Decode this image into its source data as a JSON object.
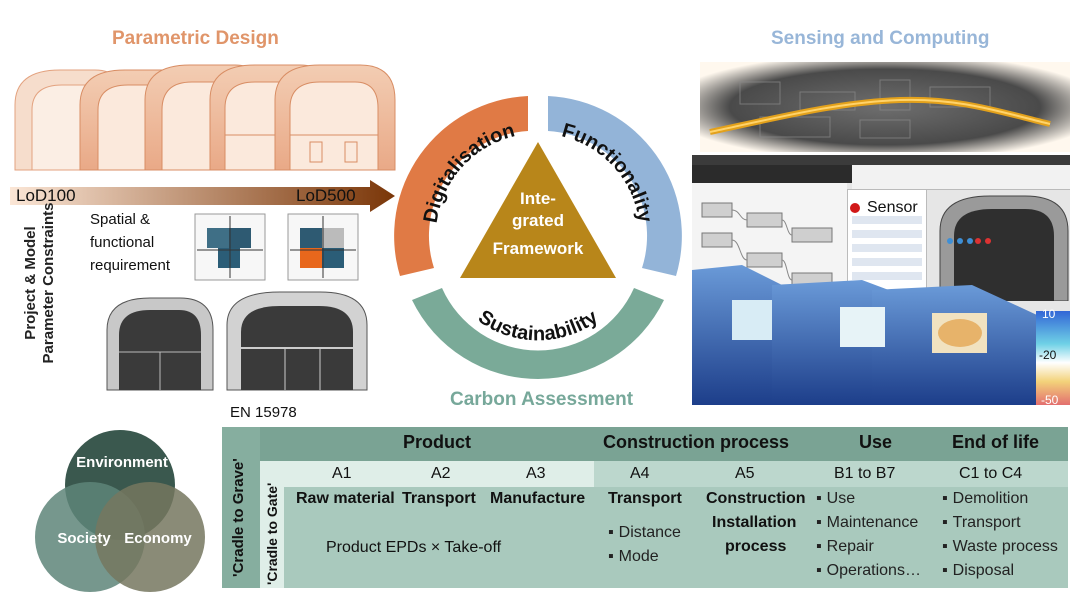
{
  "titles": {
    "parametric_design": "Parametric Design",
    "sensing_computing": "Sensing and Computing",
    "carbon_assessment": "Carbon Assessment"
  },
  "lod": {
    "start": "LoD100",
    "end": "LoD500"
  },
  "constraints_label_line1": "Project & Model",
  "constraints_label_line2": "Parameter Constraints",
  "spatial_requirement": [
    "Spatial &",
    "functional",
    "requirement"
  ],
  "framework": {
    "center": [
      "Inte-",
      "grated",
      "Framework"
    ],
    "segments": [
      "Digitalisation",
      "Functionality",
      "Sustainability"
    ]
  },
  "sensor": {
    "label": "Sensor",
    "scale": [
      "10",
      "-20",
      "-50"
    ]
  },
  "venn": [
    "Environment",
    "Society",
    "Economy"
  ],
  "standard": "EN 15978",
  "table": {
    "cradle_to_grave": "'Cradle to Grave'",
    "cradle_to_gate": "'Cradle to Gate'",
    "headers": [
      "Product",
      "Construction process",
      "Use",
      "End of life"
    ],
    "modules": [
      "A1",
      "A2",
      "A3",
      "A4",
      "A5",
      "B1 to B7",
      "C1 to C4"
    ],
    "stages": [
      "Raw material",
      "Transport",
      "Manufacture",
      "Transport",
      "Construction",
      "Installation",
      "process"
    ],
    "product_note": "Product EPDs × Take-off",
    "transport_items": [
      "Distance",
      "Mode"
    ],
    "use_items": [
      "Use",
      "Maintenance",
      "Repair",
      "Operations…"
    ],
    "eol_items": [
      "Demolition",
      "Transport",
      "Waste process",
      "Disposal"
    ]
  },
  "colors": {
    "copper": "#e07a45",
    "blue": "#8fb2d8",
    "green": "#7aaa98",
    "gold": "#b8861a"
  }
}
